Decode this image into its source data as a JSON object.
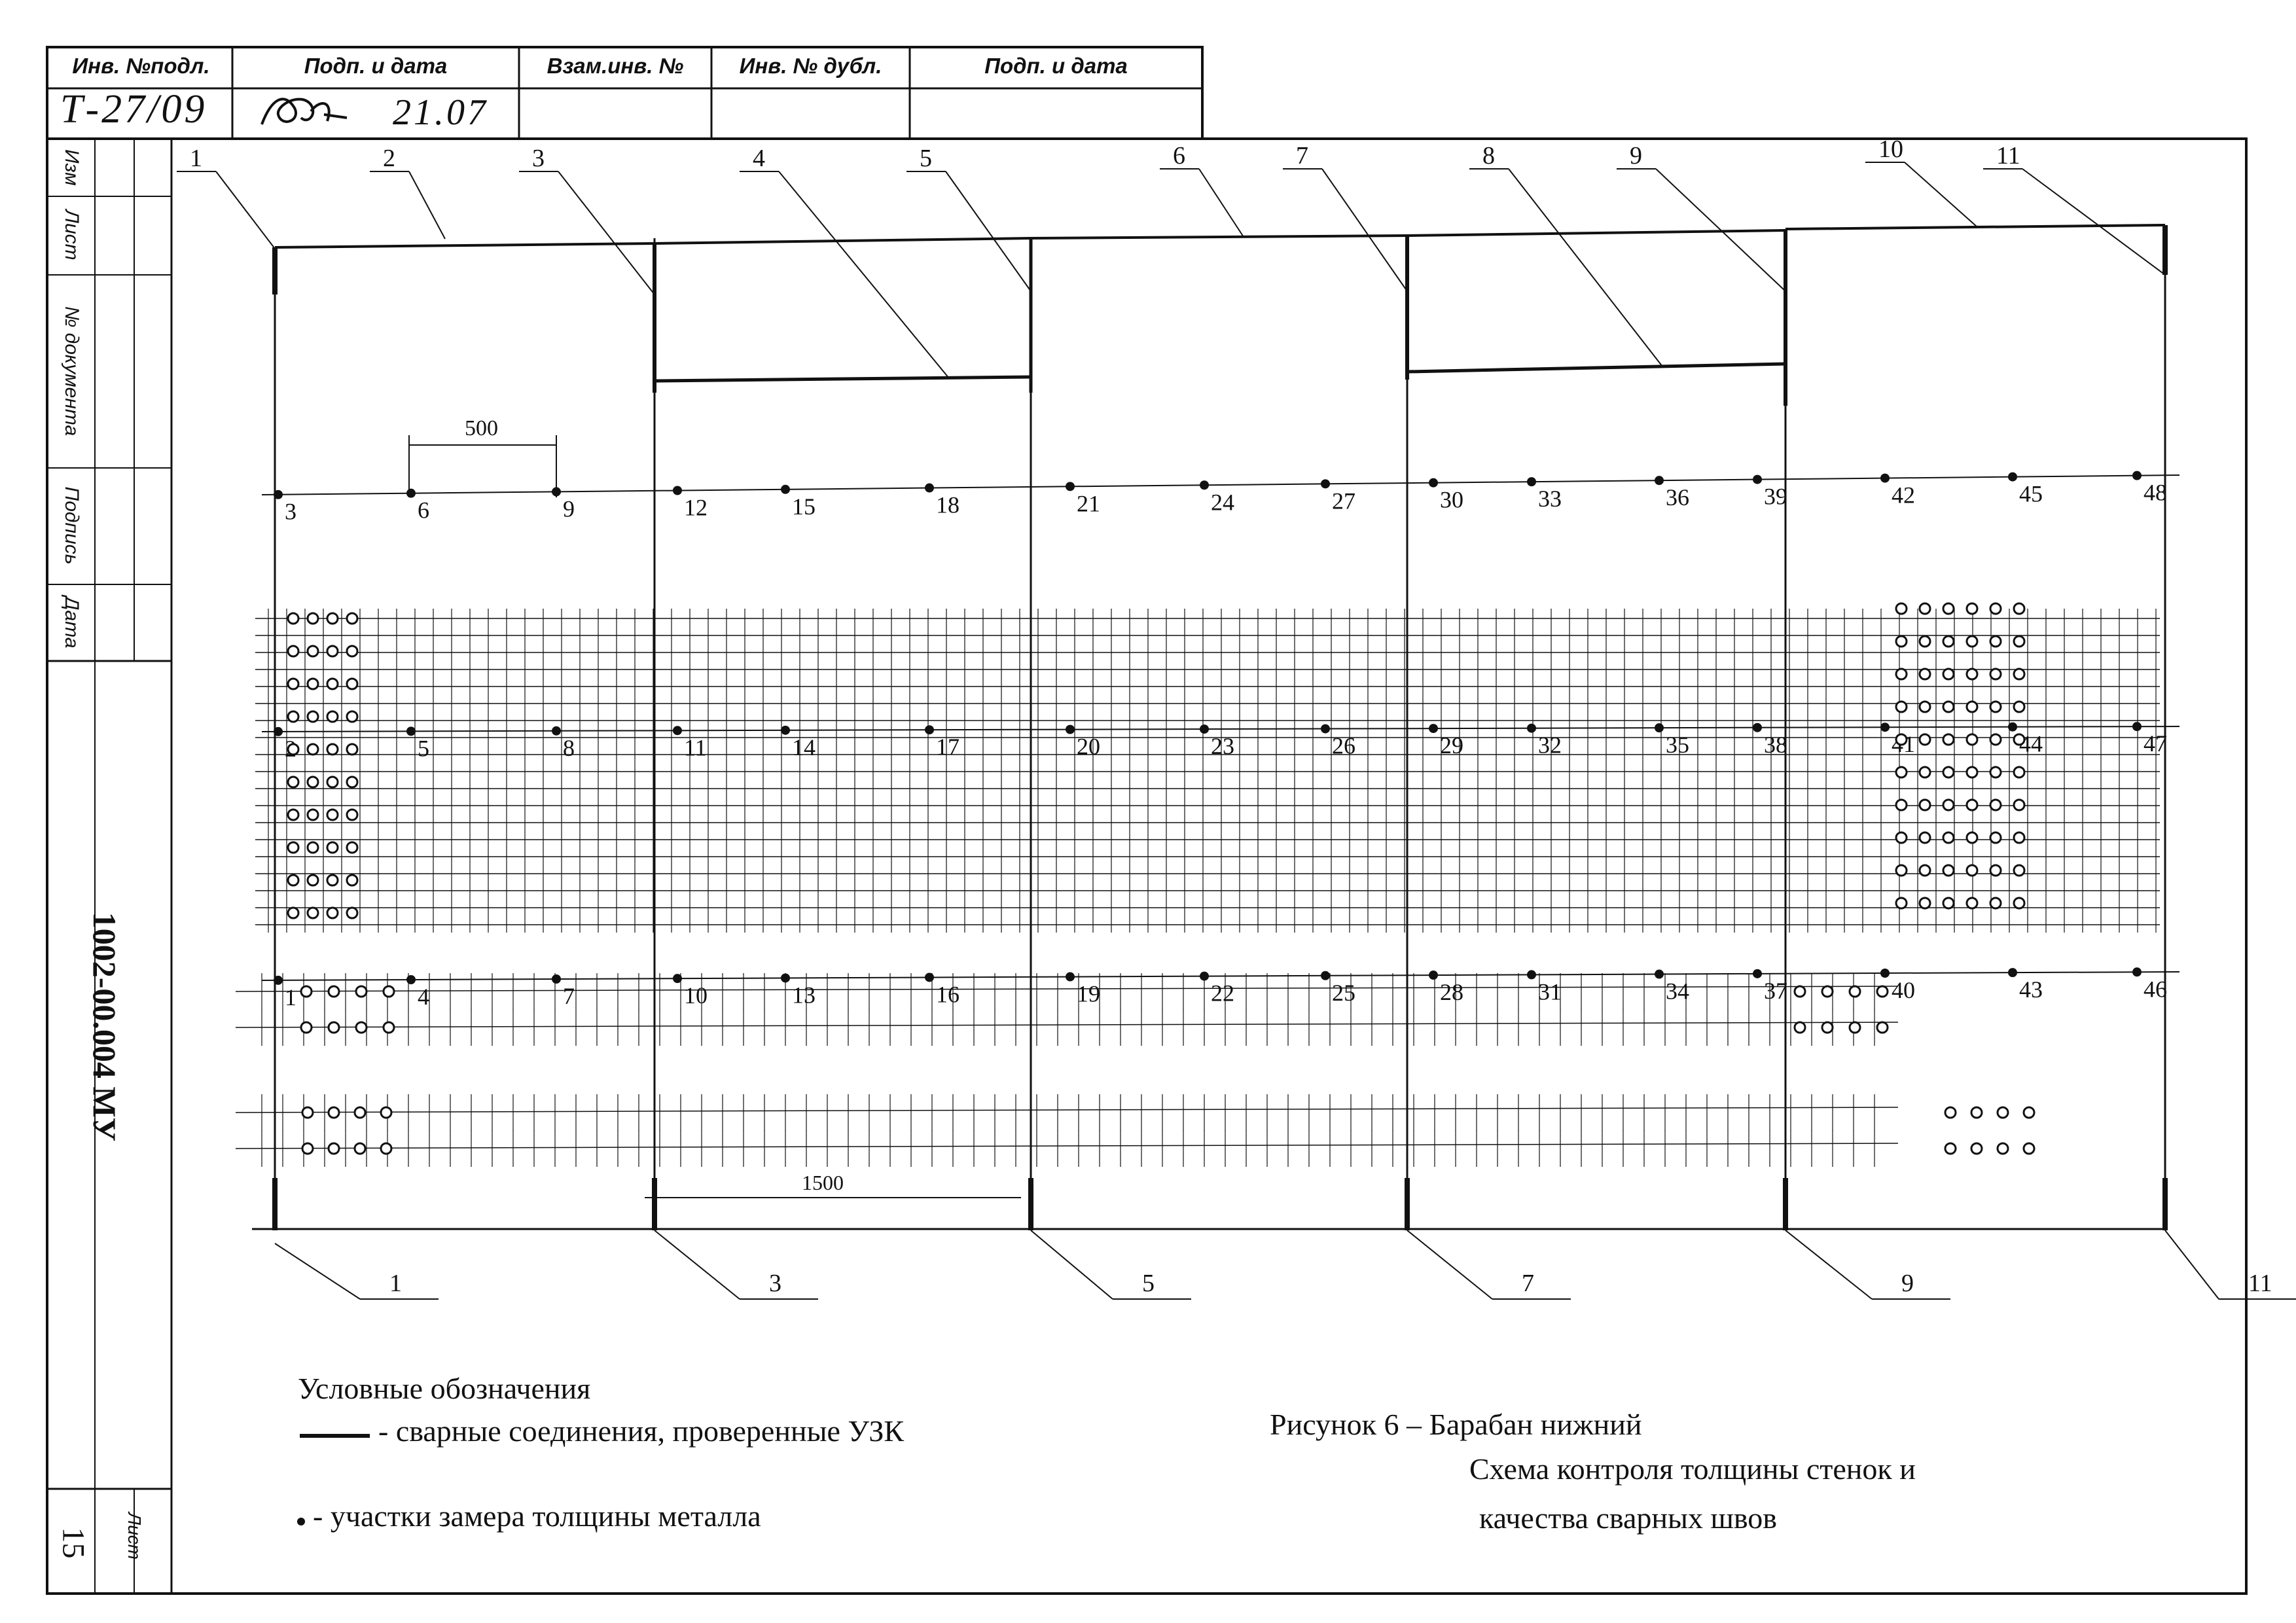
{
  "stamp": {
    "headers": [
      "Инв. №подл.",
      "Подп. и дата",
      "Взам.инв. №",
      "Инв. № дубл.",
      "Подп. и дата"
    ],
    "inv_value": "Т-27/09",
    "sign_date": "21.07"
  },
  "side_block": {
    "labels": [
      "Изм",
      "Лист",
      "№ документа",
      "Подпись",
      "Дата"
    ],
    "document_code": "1002-00.004 МУ",
    "sheet_label": "Лист",
    "sheet_number": "15"
  },
  "diagram": {
    "callouts_top": [
      "1",
      "2",
      "3",
      "4",
      "5",
      "6",
      "7",
      "8",
      "9",
      "10",
      "11"
    ],
    "callouts_bottom": [
      "1",
      "3",
      "5",
      "7",
      "9",
      "11"
    ],
    "dimension_500": "500",
    "dimension_1500": "1500",
    "row_top_points": [
      "3",
      "6",
      "9",
      "12",
      "15",
      "18",
      "21",
      "24",
      "27",
      "30",
      "33",
      "36",
      "39",
      "42",
      "45",
      "48"
    ],
    "row_middle_points": [
      "2",
      "5",
      "8",
      "11",
      "14",
      "17",
      "20",
      "23",
      "26",
      "29",
      "32",
      "35",
      "38",
      "41",
      "44",
      "47"
    ],
    "row_bottom_points": [
      "1",
      "4",
      "7",
      "10",
      "13",
      "16",
      "19",
      "22",
      "25",
      "28",
      "31",
      "34",
      "37",
      "40",
      "43",
      "46"
    ]
  },
  "legend": {
    "title": "Условные обозначения",
    "weld_item": "- сварные соединения, проверенные УЗК",
    "point_item": "- участки замера толщины металла"
  },
  "caption": {
    "line1": "Рисунок 6 – Барабан нижний",
    "line2": "Схема контроля толщины стенок и",
    "line3": "качества сварных швов"
  }
}
